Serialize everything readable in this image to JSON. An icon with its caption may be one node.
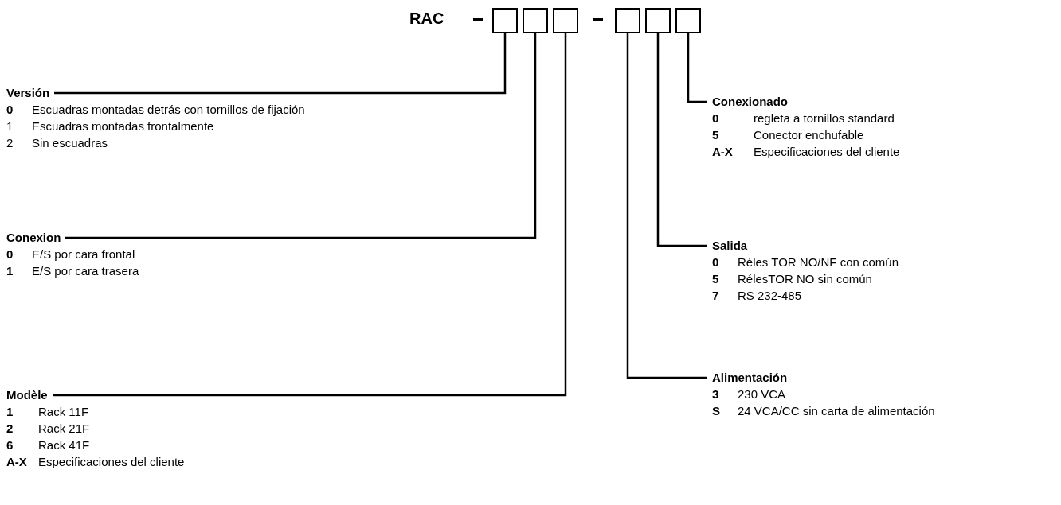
{
  "diagram": {
    "nodes": [
      {
        "text": [],
        "shape": "box"
      },
      {
        "text": [],
        "shape": "box"
      },
      {
        "text": [],
        "shape": "box"
      },
      {
        "text": [],
        "shape": "box"
      },
      {
        "text": [],
        "shape": "box"
      },
      {
        "text": [],
        "shape": "box"
      },
      {
        "text": [
          "Versión"
        ],
        "beside": [
          "**0**",
          "Escuadras montadas detrás con tornillos de fijación",
          "1",
          "Escuadras montadas frontalmente",
          "2",
          "Sin escuadras"
        ]
      },
      {
        "text": [
          "Conexionado"
        ],
        "beside": [
          "**0**",
          "regleta a tornillos standard",
          "**5**",
          "Conector enchufable",
          "**A-X**",
          "Especificaciones del cliente"
        ]
      },
      {
        "text": [
          "Conexion"
        ],
        "beside": [
          "**0**",
          "E/S por cara frontal",
          "**1**",
          "E/S por cara trasera"
        ]
      },
      {
        "text": [
          "Salida"
        ],
        "beside": [
          "**0**",
          "Réles TOR NO/NF con común",
          "**5**",
          "RélesTOR NO sin común",
          "**7**",
          "RS 232-485"
        ]
      },
      {
        "text": [
          "Alimentación"
        ],
        "beside": [
          "**3**",
          "230 VCA",
          "**S**",
          "24 VCA/CC sin carta de alimentación"
        ]
      },
      {
        "text": [
          "Modèle"
        ],
        "beside": [
          "**1**",
          "Rack 11F",
          "**2**",
          "Rack 21F",
          "**6**",
          "Rack 41F",
          "**A-X**",
          "Especificaciones del cliente"
        ]
      }
    ],
    "edges": [
      {
        "from": 0,
        "to": 6,
        "arrow": "none"
      },
      {
        "from": 1,
        "to": 8,
        "arrow": "none"
      },
      {
        "from": 2,
        "to": 11,
        "arrow": "none"
      },
      {
        "from": 3,
        "to": 10,
        "arrow": "none"
      },
      {
        "from": 4,
        "to": 9,
        "arrow": "none"
      },
      {
        "from": 5,
        "to": 7,
        "arrow": "none"
      }
    ],
    "labels": [
      "RAC"
    ]
  }
}
